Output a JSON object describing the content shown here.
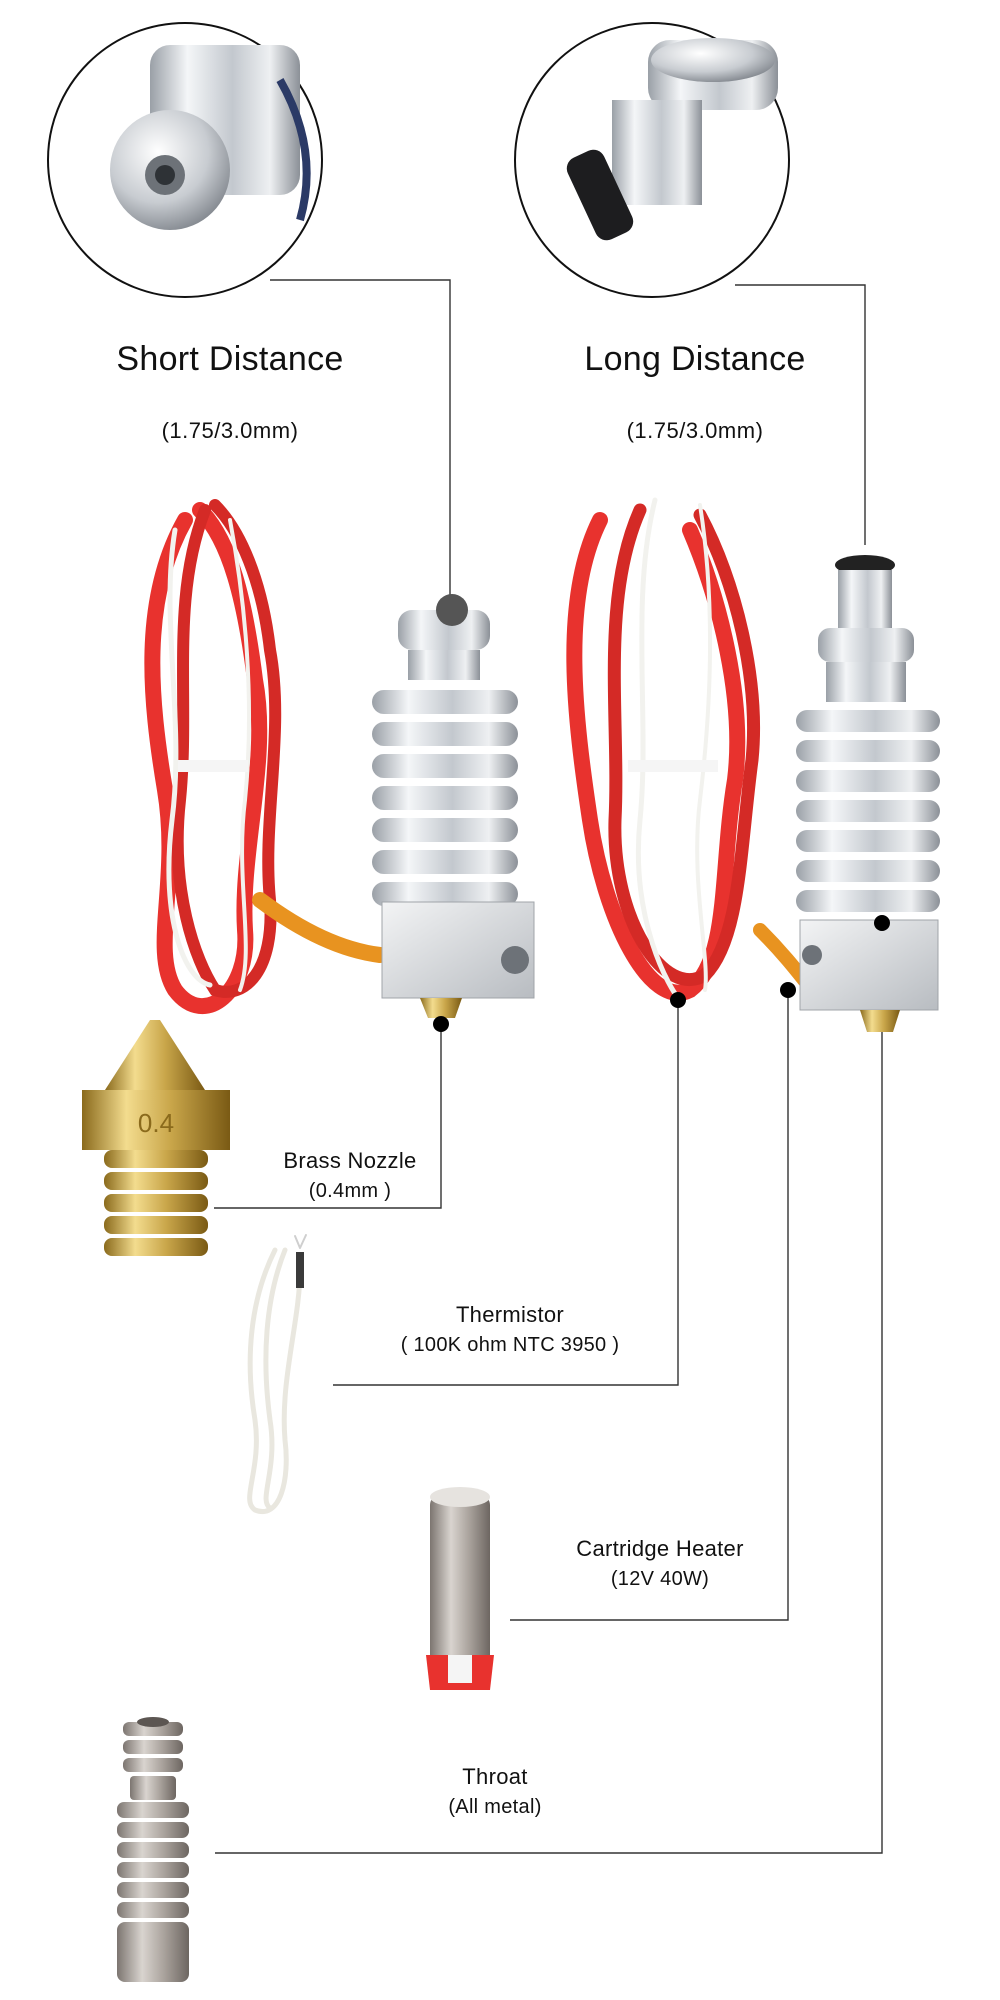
{
  "left_config": {
    "title": "Short Distance",
    "size": "(1.75/3.0mm)"
  },
  "right_config": {
    "title": "Long Distance",
    "size": "(1.75/3.0mm)"
  },
  "parts": {
    "nozzle": {
      "name": "Brass Nozzle",
      "spec": "(0.4mm )",
      "marking": "0.4"
    },
    "thermistor": {
      "name": "Thermistor",
      "spec": "( 100K ohm NTC 3950 )"
    },
    "heater": {
      "name": "Cartridge Heater",
      "spec": "(12V 40W)"
    },
    "throat": {
      "name": "Throat",
      "spec": "(All metal)"
    }
  },
  "colors": {
    "background": "#ffffff",
    "wire_red": "#e8322e",
    "wire_white": "#f2f2ee",
    "aluminum": "#cfd3d8",
    "brass": "#c9a64a",
    "leader_line": "#333333"
  }
}
